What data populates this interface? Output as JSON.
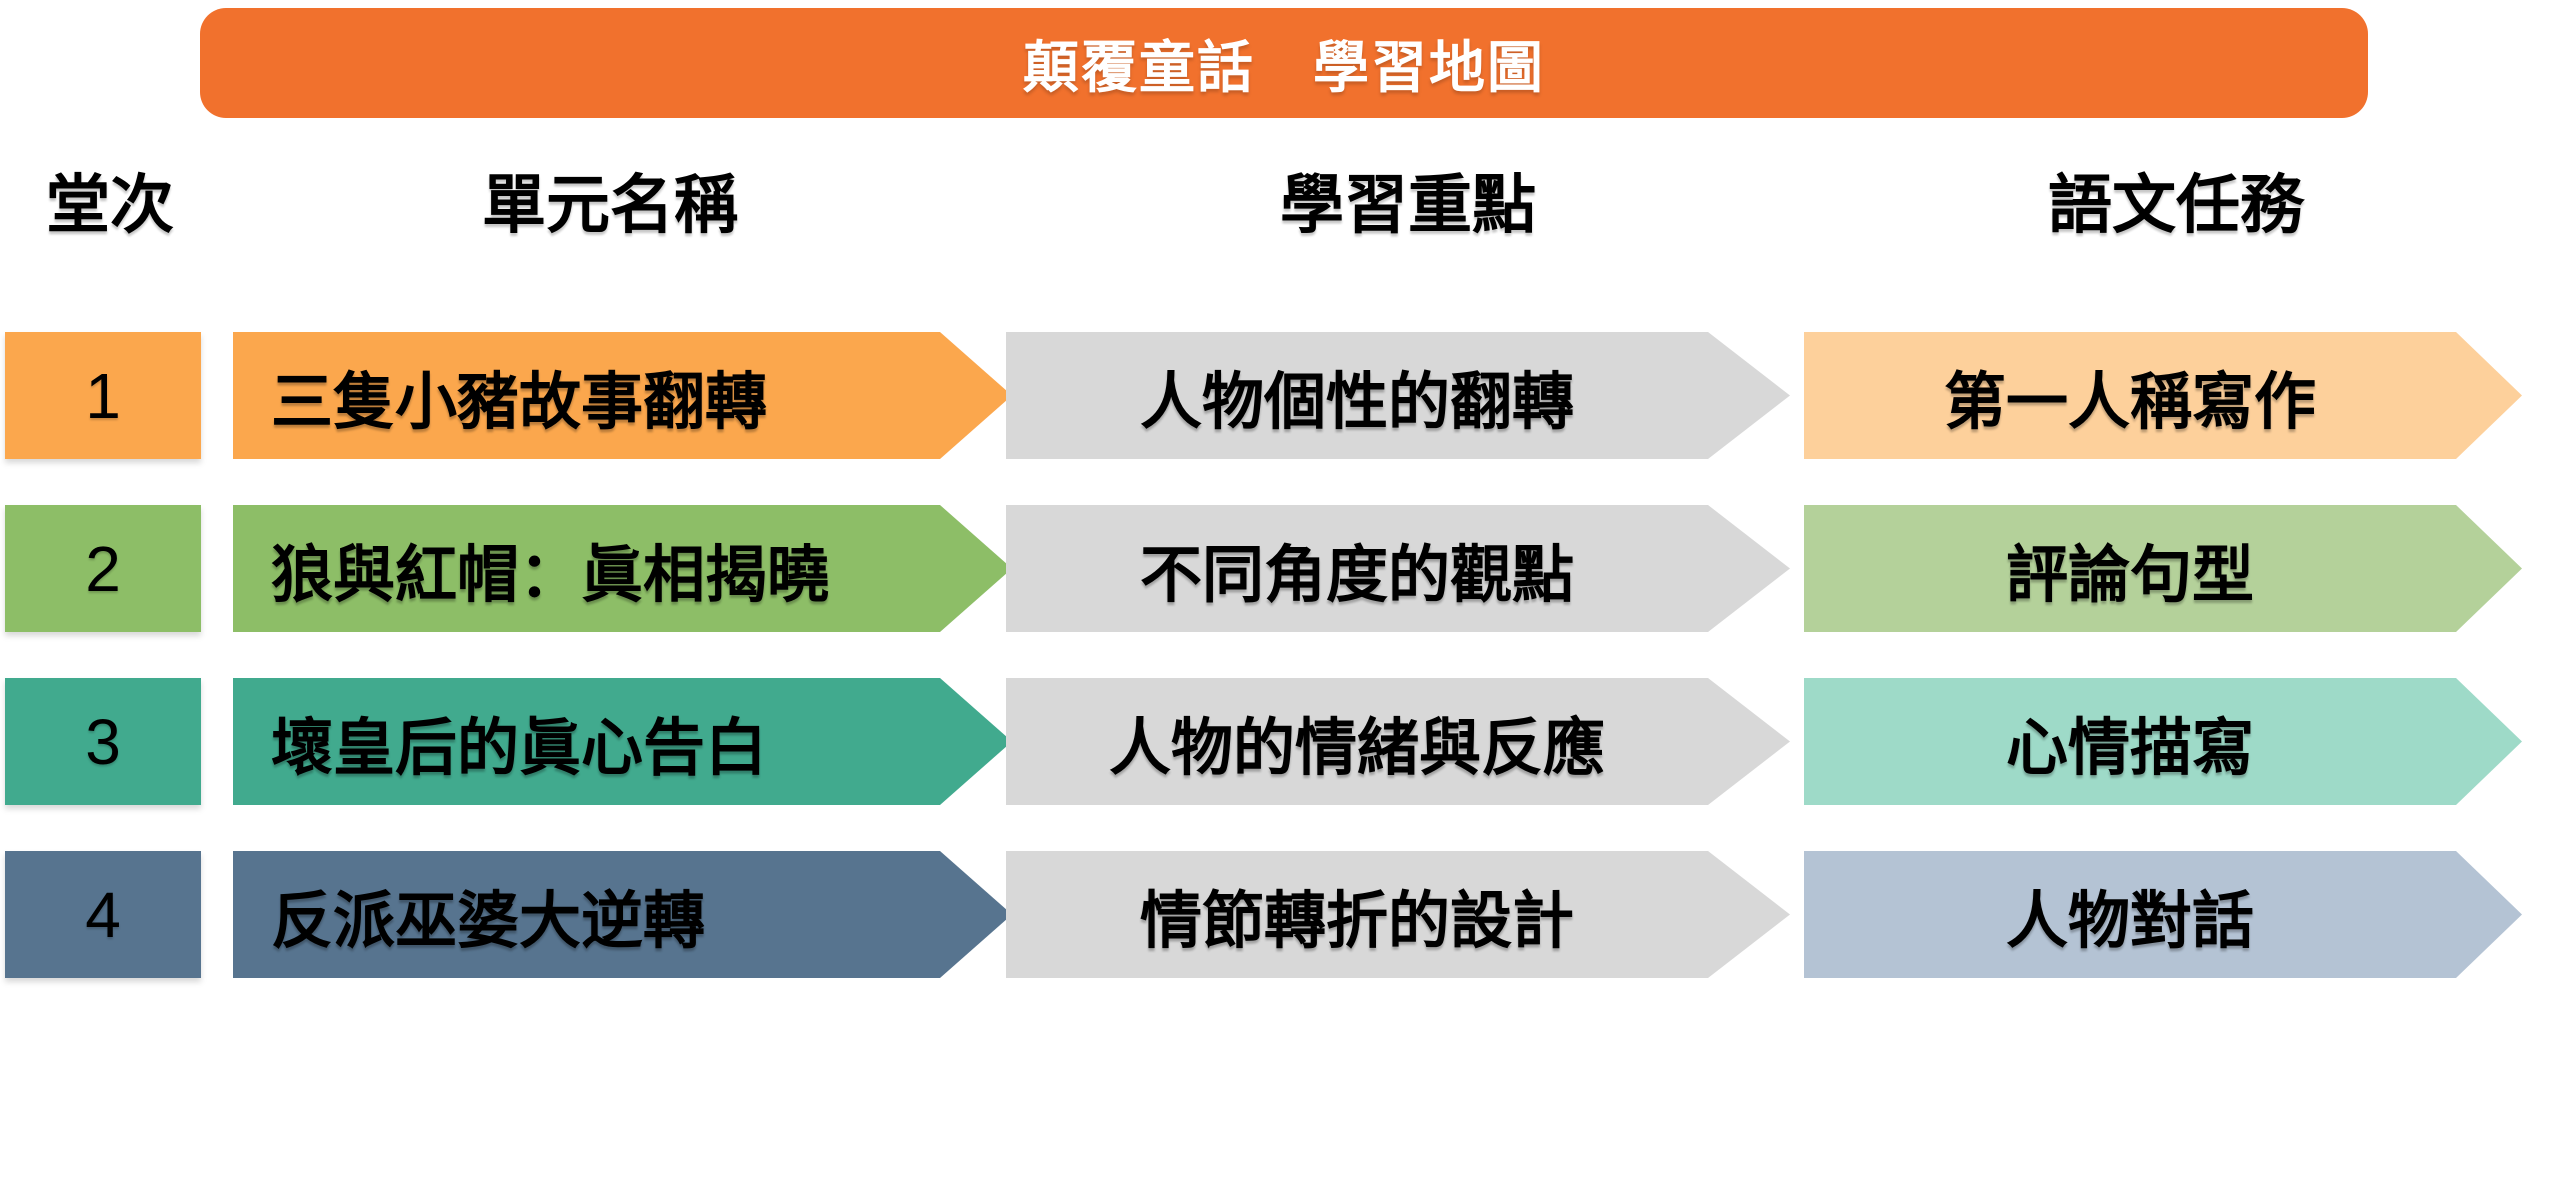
{
  "header": {
    "title": "顛覆童話　學習地圖",
    "bg": "#F1712D",
    "text_color": "#FFFFFF"
  },
  "columns": [
    {
      "label": "堂次"
    },
    {
      "label": "單元名稱"
    },
    {
      "label": "學習重點"
    },
    {
      "label": "語文任務"
    }
  ],
  "colors": {
    "focus_gray": "#D8D8D8",
    "text_black": "#000000"
  },
  "rows": [
    {
      "num": "1",
      "unit": "三隻小豬故事翻轉",
      "focus": "人物個性的翻轉",
      "task": "第一人稱寫作",
      "main_color": "#FBA74D",
      "task_color": "#FDD09B"
    },
    {
      "num": "2",
      "unit": "狼與紅帽：眞相揭曉",
      "focus": "不同角度的觀點",
      "task": "評論句型",
      "main_color": "#8DBE67",
      "task_color": "#B4D19A"
    },
    {
      "num": "3",
      "unit": "壞皇后的眞心告白",
      "focus": "人物的情緒與反應",
      "task": "心情描寫",
      "main_color": "#41AA8E",
      "task_color": "#9EDAC8"
    },
    {
      "num": "4",
      "unit": "反派巫婆大逆轉",
      "focus": "情節轉折的設計",
      "task": "人物對話",
      "main_color": "#57748F",
      "task_color": "#B4C3D4"
    }
  ]
}
